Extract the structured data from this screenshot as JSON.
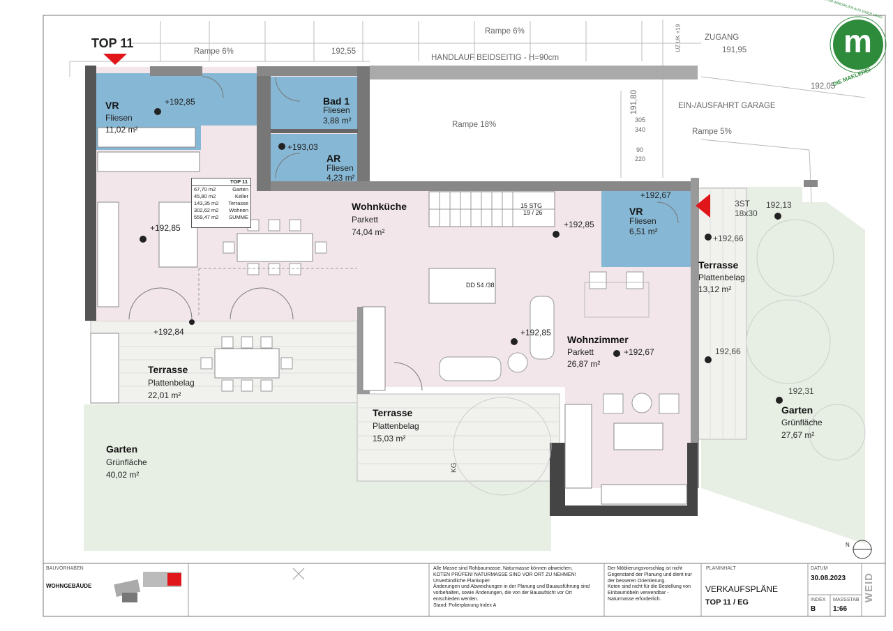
{
  "header": {
    "unit_label": "TOP 11"
  },
  "brand": {
    "letter": "m",
    "tagline": "DIE MAKLEREI",
    "ring_text": "ALLES RUND UM IMMOBILIEN AUS EINER HAND",
    "color": "#2f8b3c"
  },
  "colors": {
    "floor_pink": "#f2e6ea",
    "tile_blue": "#86b7d4",
    "garden_green": "#e7efe4",
    "terrace": "#f1f1ee",
    "marker_red": "#e0161b"
  },
  "annotations": {
    "rampe_6_left": "Rampe 6%",
    "rampe_6_top": "Rampe 6%",
    "level_top": "192,55",
    "handlauf": "HANDLAUF BEIDSEITIG - H=90cm",
    "zugang": "ZUGANG",
    "level_zugang": "191,95",
    "uz_uk": "UZ UK +19",
    "level_192_05": "192,05",
    "level_191_80": "191,80",
    "einfahrt": "EIN-/AUSFAHRT GARAGE",
    "dim_305": "305",
    "dim_340": "340",
    "rampe_5": "Rampe 5%",
    "dim_90": "90",
    "dim_220": "220",
    "rampe_18": "Rampe 18%",
    "stairs": "15 STG",
    "stairs_ratio": "19 / 26",
    "dd": "DD 54 /38",
    "steps_3st": "3ST",
    "steps_dim": "18x30",
    "level_192_13": "192,13",
    "kg": "KG",
    "level_192_31": "192,31",
    "level_192_66_a": "+192,66",
    "level_192_66_b": "192,66"
  },
  "rooms": {
    "vr1": {
      "name": "VR",
      "floor": "Fliesen",
      "area": "11,02 m²",
      "level": "+192,85"
    },
    "bad1": {
      "name": "Bad 1",
      "floor": "Fliesen",
      "area": "3,88 m²"
    },
    "ar": {
      "name": "AR",
      "floor": "Fliesen",
      "area": "4,23 m²",
      "level": "+193,03"
    },
    "kitchen_level": "+192,85",
    "wohnkueche": {
      "name": "Wohnküche",
      "floor": "Parkett",
      "area": "74,04 m²",
      "level": "+192,85"
    },
    "vr2": {
      "name": "VR",
      "floor": "Fliesen",
      "area": "6,51 m²",
      "level": "+192,67"
    },
    "terrasse_r": {
      "name": "Terrasse",
      "floor": "Plattenbelag",
      "area": "13,12 m²"
    },
    "wohnzimmer": {
      "name": "Wohnzimmer",
      "floor": "Parkett",
      "area": "26,87 m²",
      "level": "+192,67"
    },
    "living_level": "+192,85",
    "terrasse_l": {
      "name": "Terrasse",
      "floor": "Plattenbelag",
      "area": "22,01 m²",
      "level": "+192,84"
    },
    "terrasse_m": {
      "name": "Terrasse",
      "floor": "Plattenbelag",
      "area": "15,03 m²"
    },
    "garten_l": {
      "name": "Garten",
      "floor": "Grünfläche",
      "area": "40,02 m²"
    },
    "garten_r": {
      "name": "Garten",
      "floor": "Grünfläche",
      "area": "27,67 m²"
    }
  },
  "summary": {
    "title": "TOP 11",
    "rows": [
      {
        "value": "67,70 m2",
        "label": "Garten"
      },
      {
        "value": "45,80 m2",
        "label": "Keller"
      },
      {
        "value": "143,35 m2",
        "label": "Terrasse"
      },
      {
        "value": "302,62 m2",
        "label": "Wohnen"
      },
      {
        "value": "559,47 m2",
        "label": "SUMME"
      }
    ]
  },
  "titleblock": {
    "bauvorhaben_label": "BAUVORHABEN",
    "bauvorhaben": "WOHNGEBÄUDE",
    "note1": [
      "Alle Masse sind Rohbaumasse. Naturmasse können abweichen.",
      "KOTEN PRÜFEN! NATURMASSE SIND VOR ORT ZU NEHMEN!",
      "Unverbindliche Plankopie!",
      "Änderungen und Abweichungen in der Planung und Bauausführung sind",
      "vorbehalten, sowie Änderungen, die von der Bauaufsicht vor Ort",
      "entschieden werden.",
      "Stand: Polierplanung Index A"
    ],
    "note2": [
      "Der Möblierungsvorschlag ist nicht",
      "Gegenstand der Planung und dient nur",
      "der besseren Orientierung.",
      "Koten sind nicht für die Bestellung von",
      "Einbaumöbeln verwendbar -",
      "Naturmasse erforderlich."
    ],
    "planinhalt_label": "PLANINHALT",
    "planinhalt_1": "VERKAUFSPLÄNE",
    "planinhalt_2": "TOP 11 / EG",
    "datum_label": "DATUM",
    "datum": "30.08.2023",
    "index_label": "INDEX",
    "index": "B",
    "massstab_label": "MASSSTAB",
    "massstab": "1:66",
    "logo": "WEID"
  },
  "north": "N"
}
